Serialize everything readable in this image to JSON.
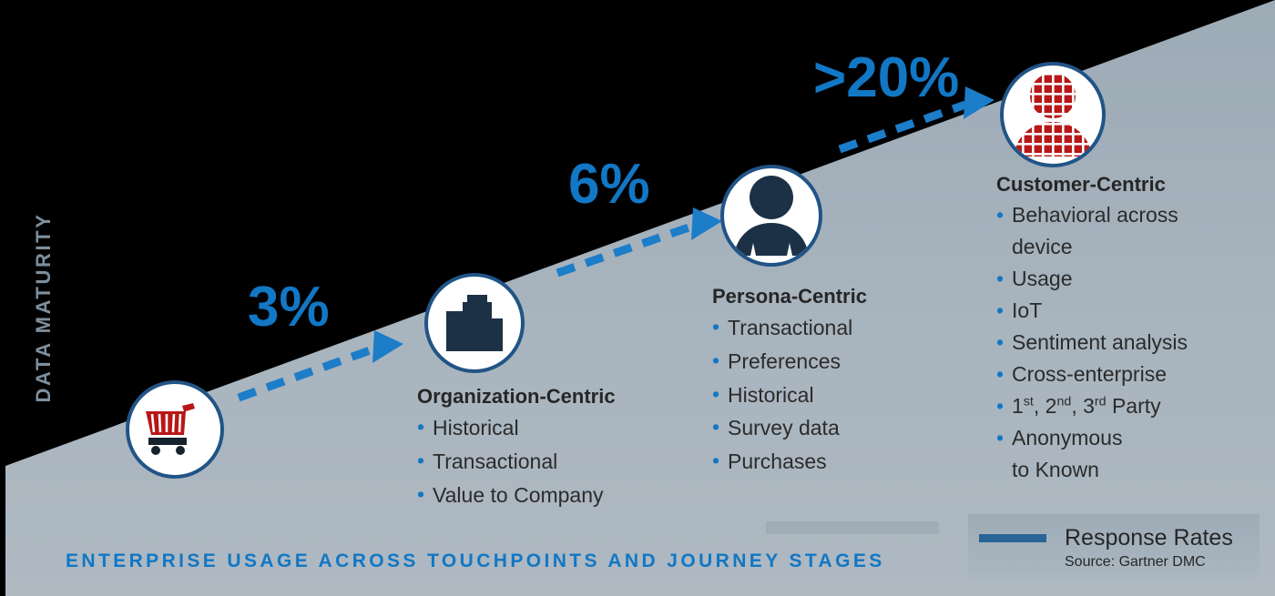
{
  "axis": {
    "y_label": "DATA MATURITY",
    "x_caption": "ENTERPRISE USAGE ACROSS TOUCHPOINTS AND JOURNEY STAGES"
  },
  "colors": {
    "background": "#000000",
    "wedge_light": "#aab6c0",
    "wedge_dark": "#9eacb7",
    "accent_blue": "#1277c4",
    "circle_border": "#215486",
    "icon_navy": "#1c3146",
    "icon_red": "#b81717",
    "legend_line": "#2a6496",
    "axis_label_gray": "#7d8f9e",
    "body_text": "#2b2b2b"
  },
  "growth_labels": [
    {
      "id": "step-1",
      "value": "3%"
    },
    {
      "id": "step-2",
      "value": "6%"
    },
    {
      "id": "step-3",
      "value": ">20%"
    }
  ],
  "stages": [
    {
      "id": "commerce",
      "icon": "shopping-cart-icon",
      "title": "",
      "items": []
    },
    {
      "id": "organization-centric",
      "icon": "buildings-icon",
      "title": "Organization-Centric",
      "items": [
        "Historical",
        "Transactional",
        "Value to Company"
      ]
    },
    {
      "id": "persona-centric",
      "icon": "person-icon",
      "title": "Persona-Centric",
      "items": [
        "Transactional",
        "Preferences",
        "Historical",
        "Survey data",
        "Purchases"
      ]
    },
    {
      "id": "customer-centric",
      "icon": "person-grid-icon",
      "title": "Customer-Centric",
      "items": [
        "Behavioral across\ndevice",
        "Usage",
        "IoT",
        "Sentiment analysis",
        "Cross-enterprise",
        "PARTY_ORDINALS",
        "Anonymous\nto Known"
      ],
      "ordinal_item": {
        "prefix": "1",
        "sup1": "st",
        "mid1": ", 2",
        "sup2": "nd",
        "mid2": ", 3",
        "sup3": "rd",
        "suffix": " Party"
      }
    }
  ],
  "legend": {
    "label": "Response Rates",
    "source": "Source: Gartner DMC"
  },
  "chart_data": {
    "type": "line",
    "title": "Data Maturity vs Enterprise Usage",
    "xlabel": "ENTERPRISE USAGE ACROSS TOUCHPOINTS AND JOURNEY STAGES",
    "ylabel": "DATA MATURITY",
    "categories": [
      "Commerce",
      "Organization-Centric",
      "Persona-Centric",
      "Customer-Centric"
    ],
    "series": [
      {
        "name": "Response Rates",
        "values": [
          null,
          3,
          6,
          20
        ],
        "value_labels": [
          "",
          "3%",
          "6%",
          ">20%"
        ]
      }
    ],
    "legend_position": "bottom-right",
    "grid": false,
    "annotations": [
      "Source: Gartner DMC"
    ]
  }
}
